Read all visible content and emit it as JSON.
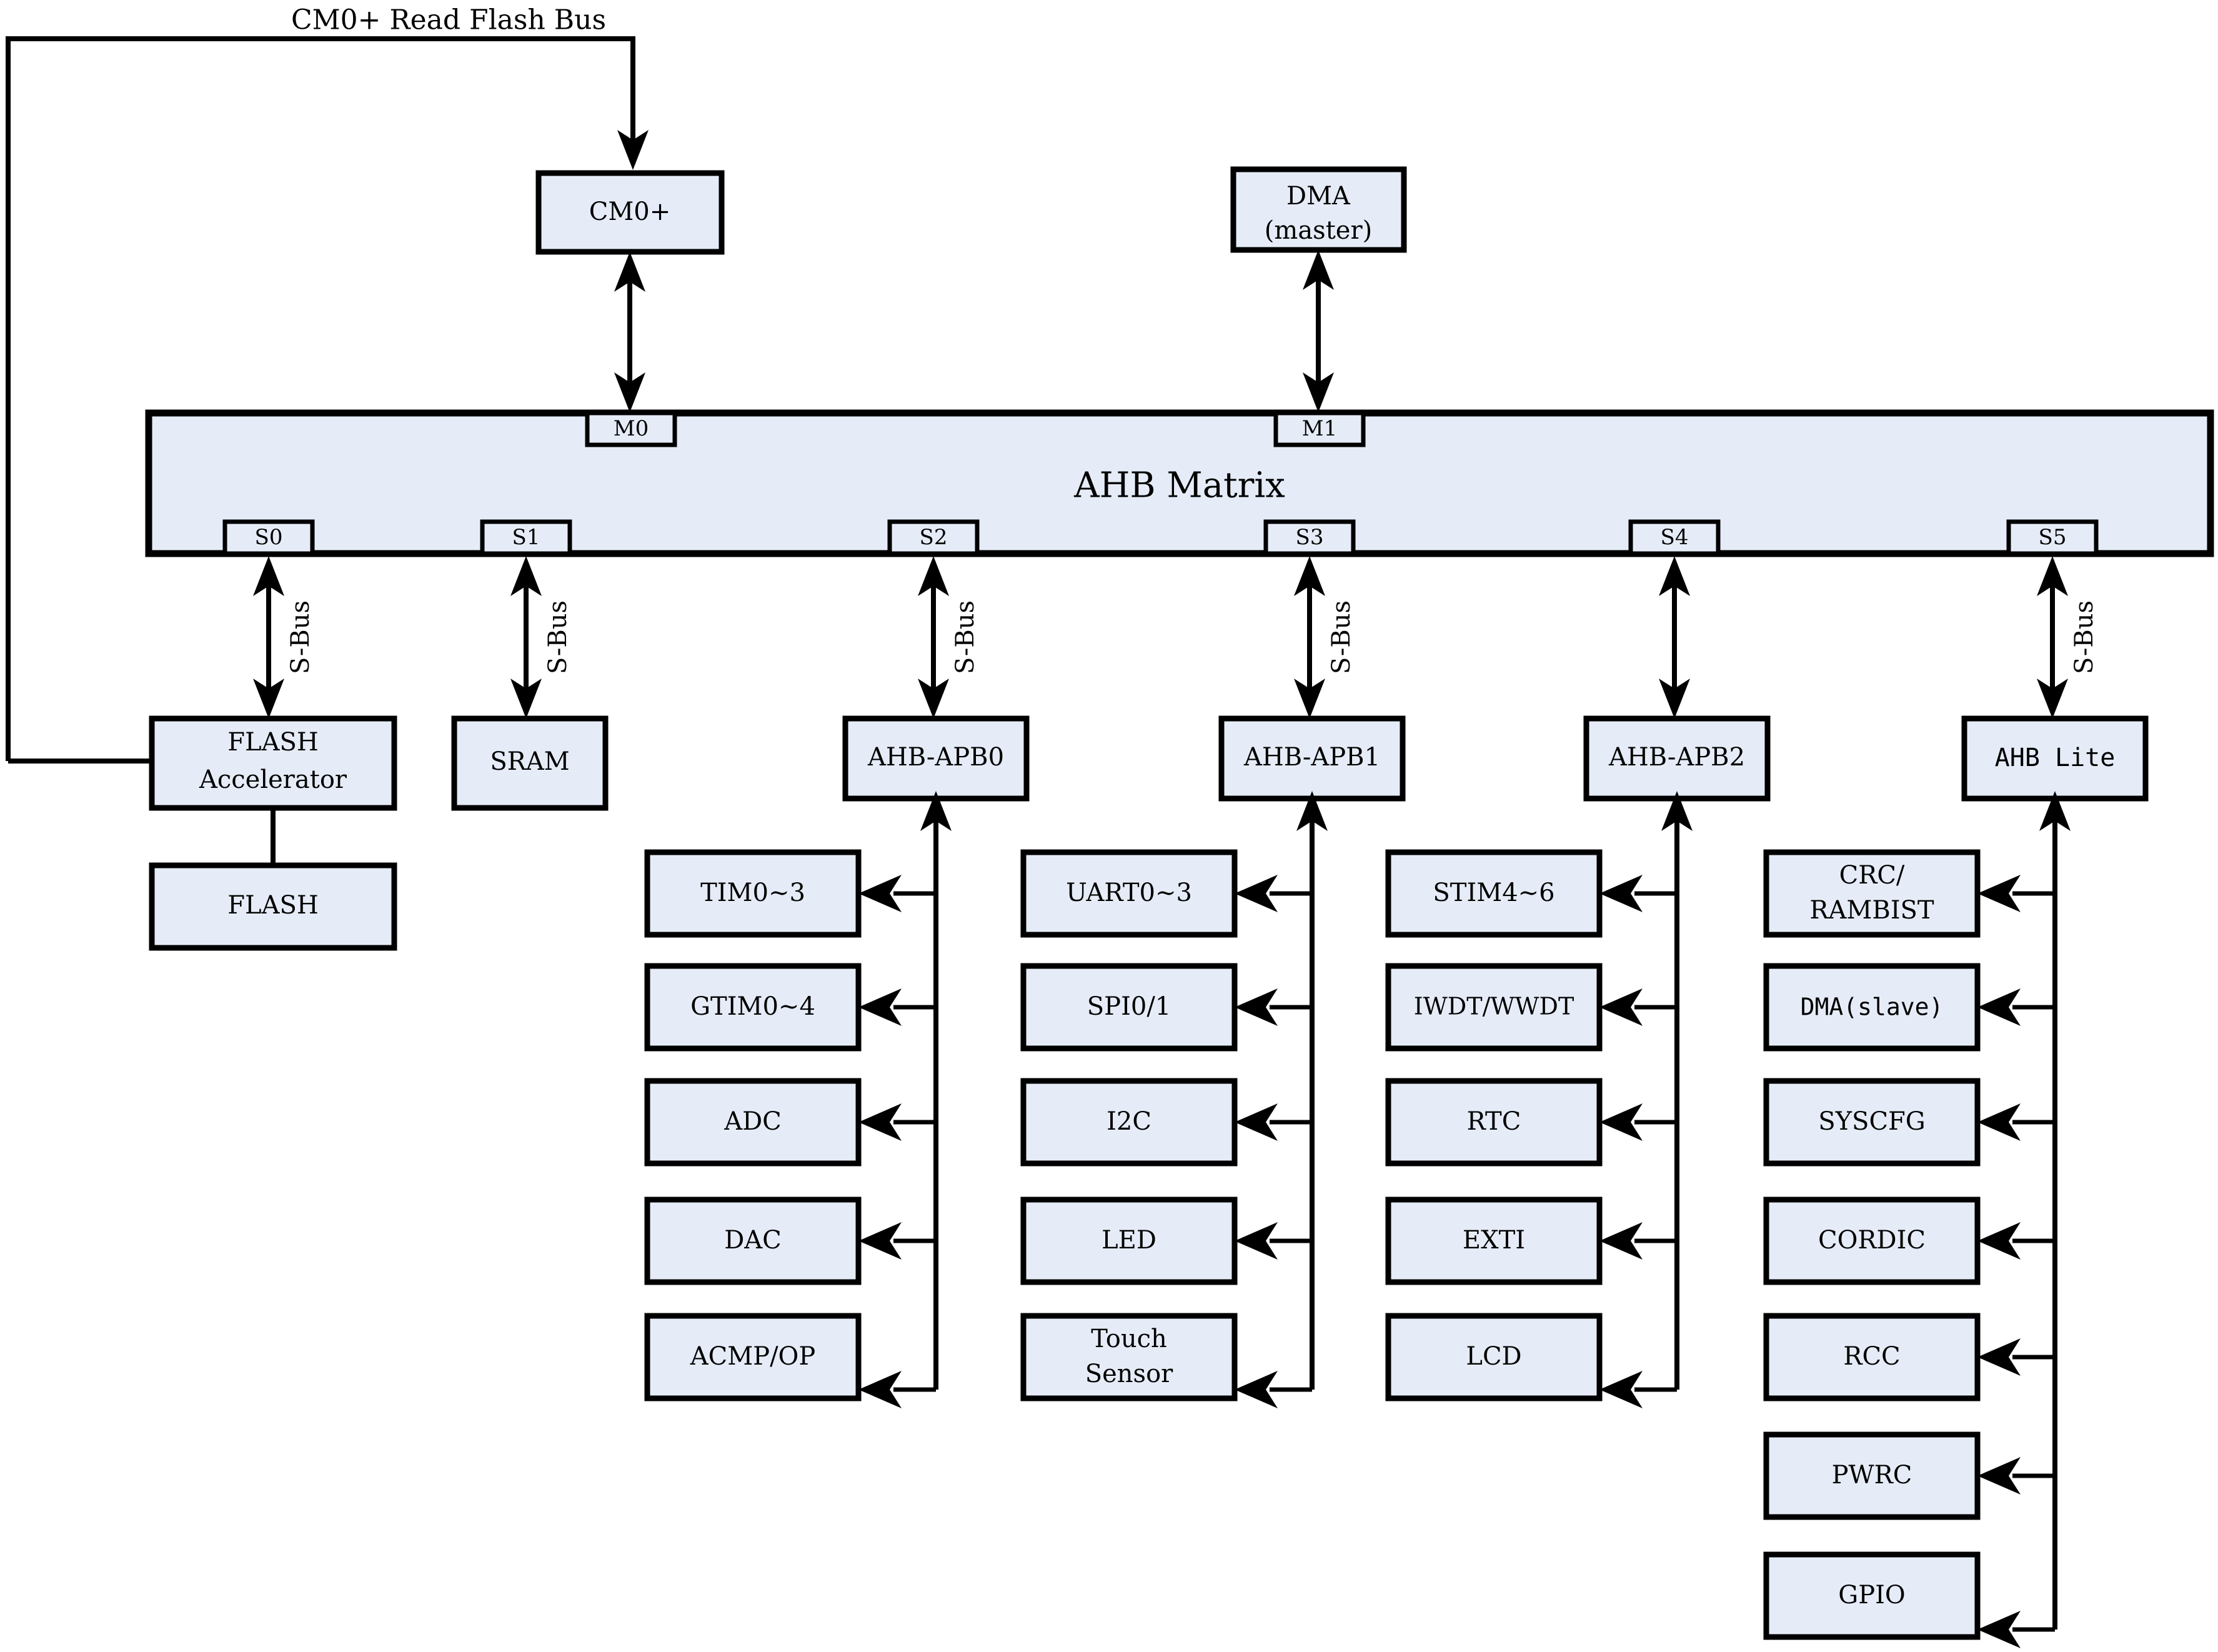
{
  "diagram": {
    "title_label": "CM0+ Read Flash Bus",
    "matrix": {
      "label": "AHB Matrix",
      "master_ports": [
        "M0",
        "M1"
      ],
      "slave_ports": [
        "S0",
        "S1",
        "S2",
        "S3",
        "S4",
        "S5"
      ]
    },
    "masters": [
      {
        "id": "cm0",
        "label": "CM0+"
      },
      {
        "id": "dma_master",
        "label_line1": "DMA",
        "label_line2": "(master)"
      }
    ],
    "bus_link_label": "S-Bus",
    "slaves": [
      {
        "port": "S0",
        "label_line1": "FLASH",
        "label_line2": "Accelerator",
        "bus_label": "S-Bus"
      },
      {
        "port": "S1",
        "label_line1": "SRAM",
        "label_line2": "",
        "bus_label": "S-Bus"
      },
      {
        "port": "S2",
        "label_line1": "AHB-APB0",
        "label_line2": "",
        "bus_label": "S-Bus"
      },
      {
        "port": "S3",
        "label_line1": "AHB-APB1",
        "label_line2": "",
        "bus_label": "S-Bus"
      },
      {
        "port": "S4",
        "label_line1": "AHB-APB2",
        "label_line2": "",
        "bus_label": ""
      },
      {
        "port": "S5",
        "label_line1": "AHB Lite",
        "label_line2": "",
        "bus_label": "S-Bus"
      }
    ],
    "flash_memory": {
      "label": "FLASH"
    },
    "peripheral_columns": [
      {
        "bridge": "AHB-APB0",
        "items": [
          {
            "line1": "TIM0~3",
            "line2": ""
          },
          {
            "line1": "GTIM0~4",
            "line2": ""
          },
          {
            "line1": "ADC",
            "line2": ""
          },
          {
            "line1": "DAC",
            "line2": ""
          },
          {
            "line1": "ACMP/OP",
            "line2": ""
          }
        ]
      },
      {
        "bridge": "AHB-APB1",
        "items": [
          {
            "line1": "UART0~3",
            "line2": ""
          },
          {
            "line1": "SPI0/1",
            "line2": ""
          },
          {
            "line1": "I2C",
            "line2": ""
          },
          {
            "line1": "LED",
            "line2": ""
          },
          {
            "line1": "Touch",
            "line2": "Sensor"
          }
        ]
      },
      {
        "bridge": "AHB-APB2",
        "items": [
          {
            "line1": "STIM4~6",
            "line2": ""
          },
          {
            "line1": "IWDT/WWDT",
            "line2": ""
          },
          {
            "line1": "RTC",
            "line2": ""
          },
          {
            "line1": "EXTI",
            "line2": ""
          },
          {
            "line1": "LCD",
            "line2": ""
          }
        ]
      },
      {
        "bridge": "AHB Lite",
        "items": [
          {
            "line1": "CRC/",
            "line2": "RAMBIST"
          },
          {
            "line1": "DMA(slave)",
            "line2": ""
          },
          {
            "line1": "SYSCFG",
            "line2": ""
          },
          {
            "line1": "CORDIC",
            "line2": ""
          },
          {
            "line1": "RCC",
            "line2": ""
          },
          {
            "line1": "PWRC",
            "line2": ""
          },
          {
            "line1": "GPIO",
            "line2": ""
          }
        ]
      }
    ],
    "colors": {
      "block_fill": "#e6ecf7",
      "stroke": "#000000",
      "background": "#ffffff"
    }
  }
}
